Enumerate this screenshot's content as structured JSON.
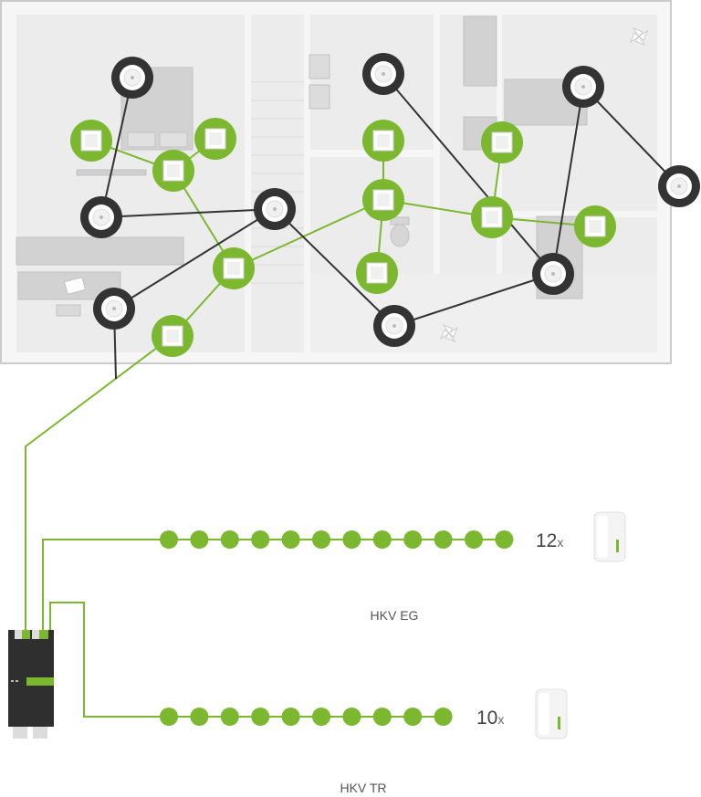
{
  "colors": {
    "accent_green": "#7cb82f",
    "dark_ring": "#333333",
    "room_fill": "#ececec",
    "wall": "#c9c9c9",
    "furniture": "#cfcfcf",
    "text": "#555555"
  },
  "floorplan": {
    "icons": {
      "smoke_detector": "smoke-detector-icon",
      "wall_switch": "wall-switch-icon",
      "fan": "fan-icon",
      "gateway": "gateway-device-icon",
      "radiator_valve": "radiator-valve-icon"
    }
  },
  "devices": {
    "eg": {
      "count": 12,
      "count_suffix": "x",
      "label": "HKV EG"
    },
    "tr": {
      "count": 10,
      "count_suffix": "x",
      "label": "HKV TR"
    }
  }
}
